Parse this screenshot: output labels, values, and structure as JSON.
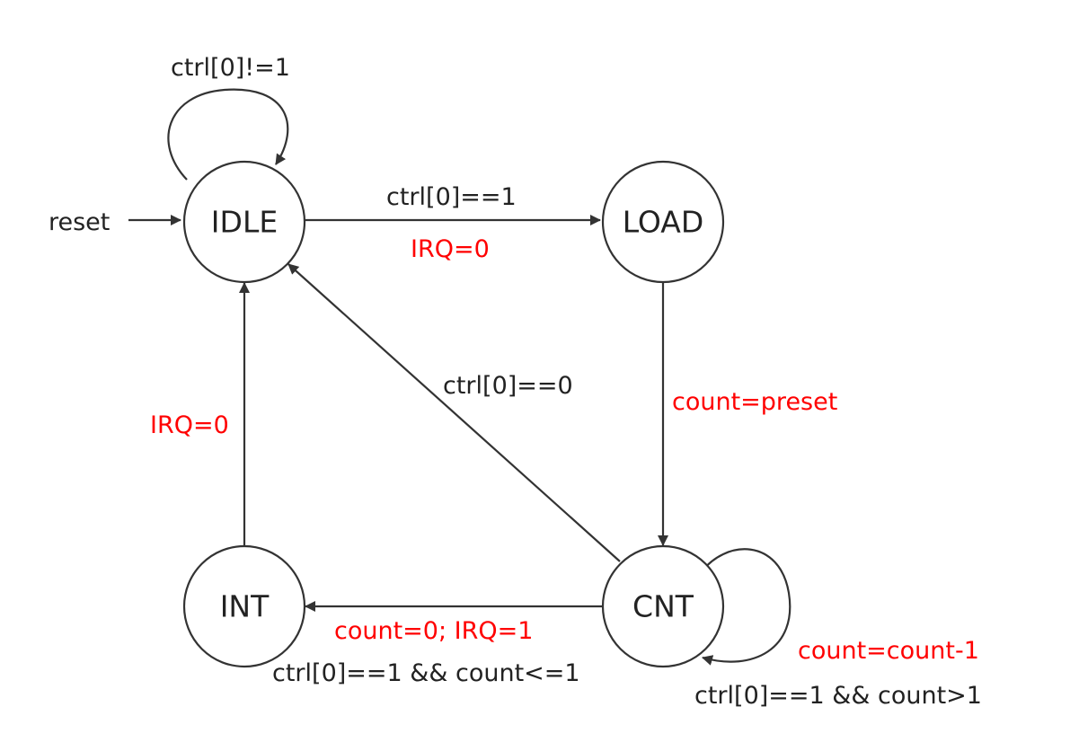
{
  "colors": {
    "text": "#222222",
    "action": "#ff0000",
    "stroke": "#333333"
  },
  "states": {
    "idle": "IDLE",
    "load": "LOAD",
    "cnt": "CNT",
    "int": "INT"
  },
  "initial": {
    "label": "reset"
  },
  "transitions": {
    "idle_self": {
      "condition": "ctrl[0]!=1"
    },
    "idle_to_load": {
      "condition": "ctrl[0]==1",
      "action": "IRQ=0"
    },
    "load_to_cnt": {
      "action": "count=preset"
    },
    "cnt_to_idle": {
      "condition": "ctrl[0]==0"
    },
    "cnt_to_int": {
      "condition": "ctrl[0]==1 && count<=1",
      "action": "count=0; IRQ=1"
    },
    "int_to_idle": {
      "action": "IRQ=0"
    },
    "cnt_self": {
      "condition": "ctrl[0]==1 && count>1",
      "action": "count=count-1"
    }
  }
}
